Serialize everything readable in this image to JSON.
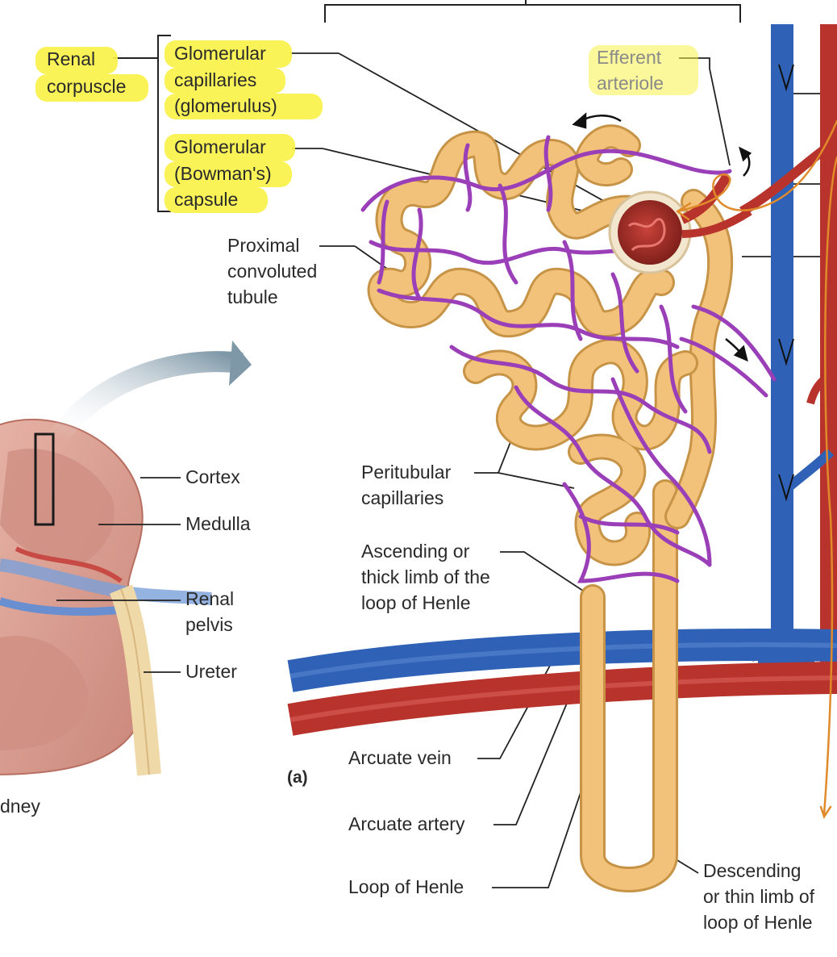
{
  "figure_label": "(a)",
  "highlight_color": "#f8f24a",
  "colors": {
    "tubule": "#f2c27a",
    "tubule_dark": "#c79447",
    "capillary": "#9a3fb8",
    "vein": "#2f62b6",
    "artery": "#b8332b",
    "kidney": "#d99a8e",
    "annotation": "#e08a2a"
  },
  "labels": {
    "renal_corpuscle": [
      "Renal",
      "corpuscle"
    ],
    "glomerular_capillaries": [
      "Glomerular",
      "capillaries",
      "(glomerulus)"
    ],
    "glomerular_capsule": [
      "Glomerular",
      "(Bowman's)",
      "capsule"
    ],
    "efferent_arteriole": [
      "Efferent",
      "arteriole"
    ],
    "proximal_tubule": [
      "Proximal",
      "convoluted",
      "tubule"
    ],
    "cortex": "Cortex",
    "medulla": "Medulla",
    "renal_pelvis": [
      "Renal",
      "pelvis"
    ],
    "ureter": "Ureter",
    "kidney": "dney",
    "peritubular": [
      "Peritubular",
      "capillaries"
    ],
    "ascending_limb": [
      "Ascending or",
      "thick limb of the",
      "loop of Henle"
    ],
    "arcuate_vein": "Arcuate vein",
    "arcuate_artery": "Arcuate artery",
    "loop_of_henle": "Loop of Henle",
    "descending_limb": [
      "Descending",
      "or thin limb of",
      "loop of Henle"
    ]
  }
}
